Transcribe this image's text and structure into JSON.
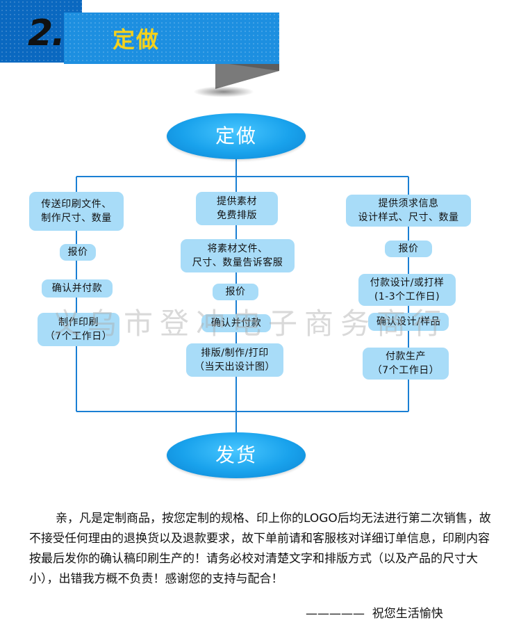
{
  "header": {
    "number": "2.",
    "title": "定做"
  },
  "diagram": {
    "start": "定做",
    "end": "发货",
    "columns": [
      {
        "steps": [
          [
            "传送印刷文件、",
            "制作尺寸、数量"
          ],
          [
            "报价"
          ],
          [
            "确认并付款"
          ],
          [
            "制作印刷",
            "（7个工作日）"
          ]
        ]
      },
      {
        "steps": [
          [
            "提供素材",
            "免费排版"
          ],
          [
            "将素材文件、",
            "尺寸、数量告诉客服"
          ],
          [
            "报价"
          ],
          [
            "确认并付款"
          ],
          [
            "排版/制作/打印",
            "（当天出设计图）"
          ]
        ]
      },
      {
        "steps": [
          [
            "提供须求信息",
            "设计样式、尺寸、数量"
          ],
          [
            "报价"
          ],
          [
            "付款设计/或打样",
            "(1-3个工作日)"
          ],
          [
            "确认设计/样品"
          ],
          [
            "付款生产",
            "（7个工作日）"
          ]
        ]
      }
    ]
  },
  "watermark": "义乌市登冲电子商务商行",
  "note": "亲，凡是定制商品，按您定制的规格、印上你的LOGO后均无法进行第二次销售，故不接受任何理由的退换货以及退款要求，故下单前请和客服核对详细订单信息，印刷内容按最后发你的确认稿印刷生产的！请务必校对清楚文字和排版方式（以及产品的尺寸大小），出错我方概不负责！感谢您的支持与配合！",
  "signature": "—————  祝您生活愉快",
  "colors": {
    "accent_dark": "#0a68c0",
    "accent": "#1d8fe0",
    "title_yellow": "#f5d11c",
    "box": "#a8dcf8",
    "line": "#1a7fd4"
  }
}
